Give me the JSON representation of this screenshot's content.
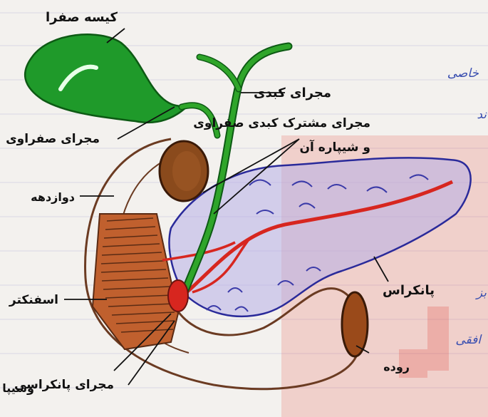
{
  "labels": {
    "gallbladder": "کیسه صفرا",
    "hepatic_duct": "مجرای کبدی",
    "common_bile_duct_line1": "مجرای مشترک کبدی صفراوی",
    "common_bile_duct_line2": "و شیپاره آن",
    "cystic_duct": "مجرای صفراوی",
    "duodenum": "دوازدهه",
    "pancreas": "پانکراس",
    "sphincter": "اسفنکتر",
    "intestine": "روده",
    "pancreatic_duct": "مجرای پانکراسی",
    "pancreatic_duct_suffix": "وشیپا"
  },
  "edge_notes": {
    "top_right": "خاصی",
    "mid_right_1": "ند",
    "mid_right_2": "بز",
    "lower_right": "افقی"
  },
  "colors": {
    "paper": "#f3f1ee",
    "gallbladder": "#1f9a2a",
    "duct": "#2fa52a",
    "pancreas_outline": "#2a2a9a",
    "pancreas_fill": "#b7aee8",
    "pancreatic_duct": "#d7261f",
    "duodenum": "#6b3b22",
    "duodenum_fill": "#c0602e",
    "watermark": "#e23b2e"
  }
}
